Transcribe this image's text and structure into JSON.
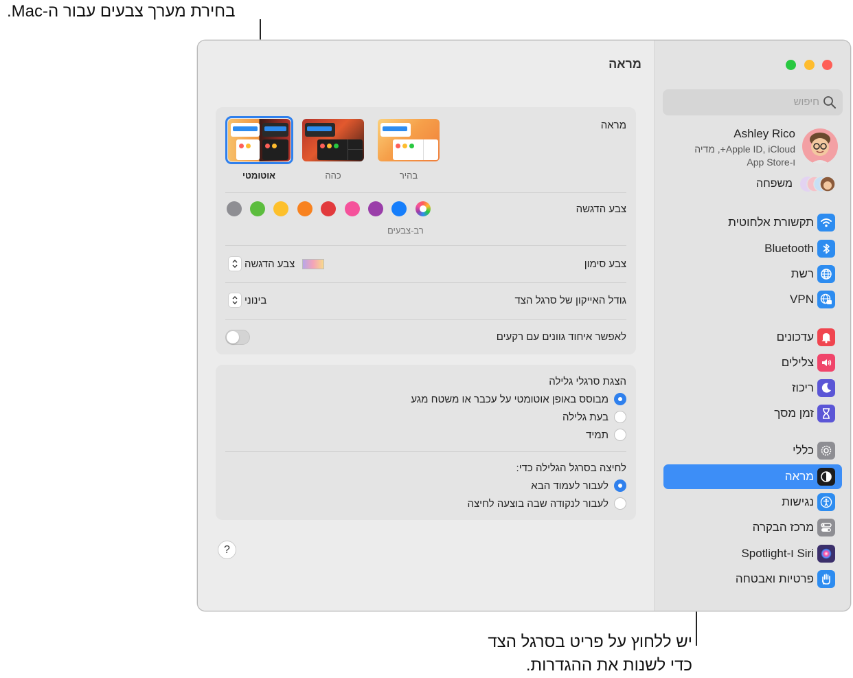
{
  "callouts": {
    "top": "בחירת מערך צבעים עבור ה-Mac.",
    "bottom_line1": "יש ללחוץ על פריט בסרגל הצד",
    "bottom_line2": "כדי לשנות את ההגדרות."
  },
  "window": {
    "title": "מראה",
    "traffic_colors": {
      "close": "#fe5f57",
      "minimize": "#febc2e",
      "zoom": "#28c840"
    }
  },
  "sidebar": {
    "search_placeholder": "חיפוש",
    "profile": {
      "name": "Ashley Rico",
      "line1": "Apple ID, iCloud+, מדיה",
      "line2": "ו-App Store"
    },
    "family_label": "משפחה",
    "items": [
      {
        "label": "תקשורת אלחוטית",
        "icon": "wifi-icon",
        "color": "#2d8cf0"
      },
      {
        "label": "Bluetooth",
        "icon": "bluetooth-icon",
        "color": "#2d8cf0"
      },
      {
        "label": "רשת",
        "icon": "globe-icon",
        "color": "#2d8cf0"
      },
      {
        "label": "VPN",
        "icon": "vpn-globe-icon",
        "color": "#2d8cf0"
      },
      {
        "label": "עדכונים",
        "icon": "bell-icon",
        "color": "#f0454f"
      },
      {
        "label": "צלילים",
        "icon": "speaker-icon",
        "color": "#f0456a"
      },
      {
        "label": "ריכוז",
        "icon": "moon-icon",
        "color": "#5b56d6"
      },
      {
        "label": "זמן מסך",
        "icon": "hourglass-icon",
        "color": "#5b56d6"
      },
      {
        "label": "כללי",
        "icon": "gear-icon",
        "color": "#8e8e93"
      },
      {
        "label": "מראה",
        "icon": "appearance-icon",
        "color": "#1c1c1e",
        "selected": true
      },
      {
        "label": "נגישות",
        "icon": "accessibility-icon",
        "color": "#2d8cf0"
      },
      {
        "label": "מרכז הבקרה",
        "icon": "control-center-icon",
        "color": "#8e8e93"
      },
      {
        "label": "Siri ו-Spotlight",
        "icon": "siri-icon",
        "color": "#3b2f6b"
      },
      {
        "label": "פרטיות ואבטחה",
        "icon": "hand-icon",
        "color": "#2d8cf0"
      }
    ]
  },
  "appearance": {
    "label": "מראה",
    "options": [
      {
        "label": "בהיר",
        "selected": false
      },
      {
        "label": "כהה",
        "selected": false
      },
      {
        "label": "אוטומטי",
        "selected": true
      }
    ],
    "accent_label": "צבע הדגשה",
    "multicolor_label": "רב-צבעים",
    "accent_colors": [
      "#8e8e93",
      "#5cbd3e",
      "#fdc02b",
      "#f8821f",
      "#e23a3d",
      "#f5529b",
      "#9a3ea9",
      "#167efb",
      "multicolor"
    ],
    "highlight_label": "צבע סימון",
    "highlight_value": "צבע הדגשה",
    "icon_size_label": "גודל האייקון של סרגל הצד",
    "icon_size_value": "בינוני",
    "tinting_label": "לאפשר איחוד גוונים עם רקעים",
    "tinting_on": false
  },
  "scrollbars": {
    "show_label": "הצגת סרגלי גלילה",
    "show_options": [
      {
        "label": "מבוסס באופן אוטומטי על עכבר או משטח מגע",
        "selected": true
      },
      {
        "label": "בעת גלילה",
        "selected": false
      },
      {
        "label": "תמיד",
        "selected": false
      }
    ],
    "click_label": "לחיצה בסרגל הגלילה כדי:",
    "click_options": [
      {
        "label": "לעבור לעמוד הבא",
        "selected": true
      },
      {
        "label": "לעבור לנקודה שבה בוצעה לחיצה",
        "selected": false
      }
    ]
  },
  "help_label": "?"
}
